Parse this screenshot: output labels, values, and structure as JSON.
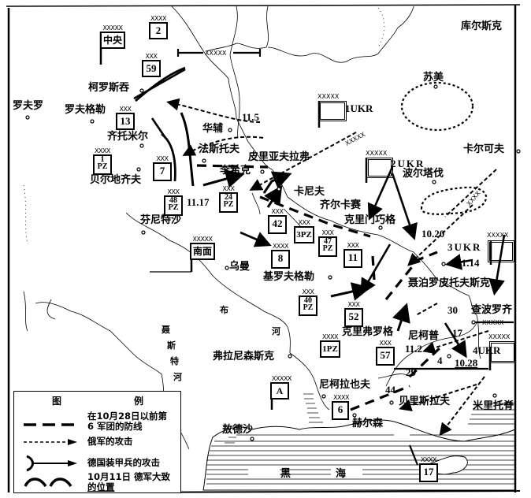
{
  "map": {
    "places": {
      "kursk": "库尔斯克",
      "sumy": "苏美",
      "rovno": "罗夫罗",
      "roslavl": "罗夫格勒",
      "korosten": "柯罗斯吞",
      "zhitomir": "齐托米尔",
      "berdichev": "贝尔地齐夫",
      "fenitsa": "芬尼特沙",
      "uman": "乌曼",
      "kirovograd": "基罗夫格勒",
      "fastov": "法斯托夫",
      "huabu": "华辅",
      "pereyaslav": "皮里亚夫拉弗",
      "lishike": "李希克",
      "kanev": "卡尼夫",
      "cherkassy": "齐尔卡赛",
      "kremenchug": "克里门巧格",
      "poltava": "波尔塔伐",
      "kharkov": "卡尔可夫",
      "dnepropetrovsk": "聂泊罗皮托夫斯克",
      "zaporozhye": "查波罗齐",
      "nikopol": "尼柯普",
      "krivoy_rog": "克里弗罗格",
      "voznesensk": "弗拉尼森斯克",
      "nikolayev": "尼柯拉也夫",
      "odessa": "敖德沙",
      "kherson": "赫尔森",
      "berislav": "贝里斯拉夫",
      "melitopol": "米里托脊"
    },
    "rivers": {
      "bug": [
        "布",
        "河"
      ],
      "dniester": [
        "聂",
        "斯",
        "特",
        "河"
      ]
    },
    "sea": [
      "黑",
      "海"
    ],
    "dates": {
      "d11_5": "11.5",
      "d11_17": "11.17",
      "d10_20": "10.20",
      "d11_14": "11.14",
      "d11_2": "11.2",
      "d10_28": "10.28"
    },
    "numbers": {
      "n30": "30",
      "n17": "17",
      "n4": "4",
      "n29": "29",
      "n44": "44"
    },
    "fronts": {
      "ukr1": "1UKR",
      "ukr2": "2UKR",
      "ukr3": "3UKR",
      "ukr4": "4UKR"
    },
    "units": {
      "center": {
        "label": "中央",
        "echelon": "XXXXX"
      },
      "army2": {
        "label": "2",
        "echelon": "XXXX"
      },
      "corps59": {
        "label": "59",
        "echelon": "XXX"
      },
      "corps13": {
        "label": "13",
        "echelon": "XXX"
      },
      "pz1": {
        "label": "1",
        "sub": "PZ",
        "echelon": "XXXX"
      },
      "corps7": {
        "label": "7",
        "echelon": "XXX"
      },
      "pz48": {
        "label": "48",
        "sub": "PZ",
        "echelon": "XXX"
      },
      "pz24": {
        "label": "24",
        "sub": "PZ",
        "echelon": "XXX"
      },
      "corps42": {
        "label": "42",
        "echelon": "XXX"
      },
      "pz3": {
        "label": "3PZ",
        "echelon": "XXX"
      },
      "pz47": {
        "label": "47",
        "sub": "PZ",
        "echelon": "XXX"
      },
      "south": {
        "label": "南面",
        "echelon": "XXXXX"
      },
      "army8": {
        "label": "8",
        "echelon": "XXXX"
      },
      "corps11": {
        "label": "11",
        "echelon": "XXX"
      },
      "pz40": {
        "label": "40",
        "sub": "PZ",
        "echelon": "XXX"
      },
      "corps52": {
        "label": "52",
        "echelon": "XXX"
      },
      "pz1b": {
        "label": "1PZ",
        "echelon": "XXXX"
      },
      "corps57": {
        "label": "57",
        "echelon": "XXX"
      },
      "groupA": {
        "label": "A",
        "echelon": "XXXXX"
      },
      "army6": {
        "label": "6",
        "echelon": "XXXX"
      },
      "army17": {
        "label": "17",
        "echelon": "XXXX"
      }
    },
    "boundary_marker": "XXXXX"
  },
  "legend": {
    "title_left": "图",
    "title_right": "例",
    "items": [
      {
        "icon": "dashed-line-icon",
        "text": [
          "在10月28日以前第",
          "6 军团的防线"
        ]
      },
      {
        "icon": "dotted-arrow-icon",
        "text": [
          "俄军的攻击"
        ]
      },
      {
        "icon": "forked-arrow-icon",
        "text": [
          "德国装甲兵的攻击"
        ]
      },
      {
        "icon": "arc-position-icon",
        "text": [
          "10月11日 德军大致",
          "的位置"
        ]
      }
    ]
  }
}
